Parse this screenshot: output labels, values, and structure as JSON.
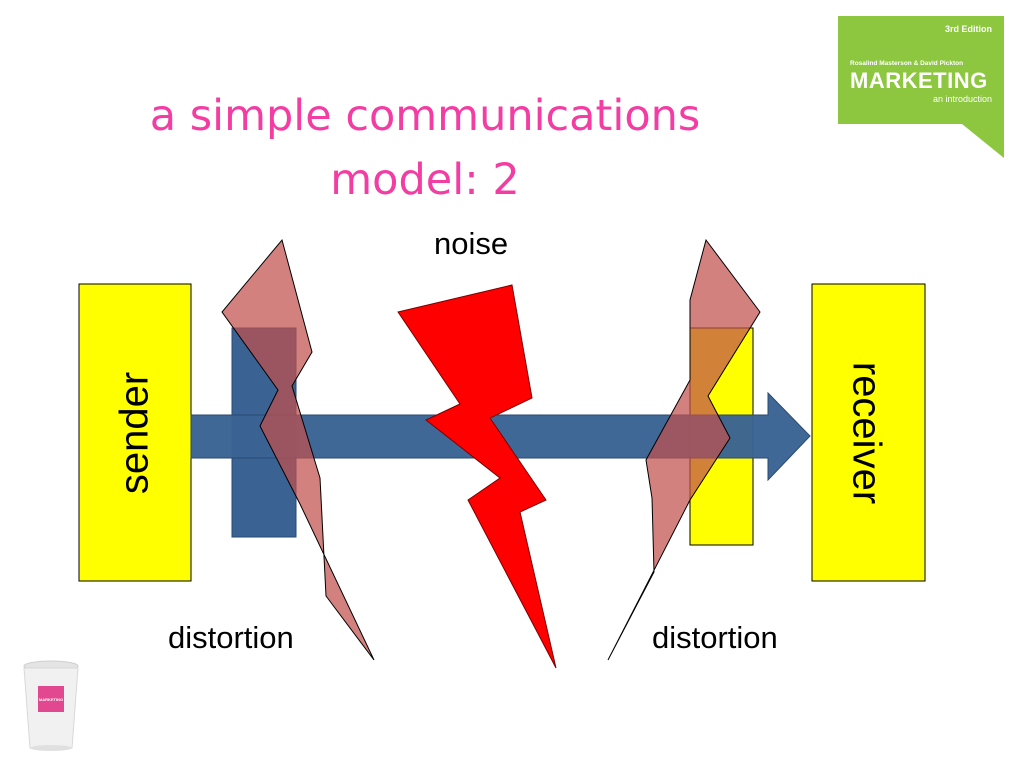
{
  "title": {
    "line1": "a simple communications",
    "line2": "model: 2",
    "color": "#f43da3"
  },
  "diagram": {
    "sender": "sender",
    "receiver": "receiver",
    "noise": "noise",
    "distortion_left": "distortion",
    "distortion_right": "distortion",
    "colors": {
      "box": "#ffff00",
      "arrow": "#3a6394",
      "noise_bolt": "#ff0000",
      "distortion_bolt": "#c0504d"
    }
  },
  "book_badge": {
    "edition": "3rd Edition",
    "authors": "Rosalind Masterson & David Pickton",
    "title": "MARKETING",
    "subtitle": "an introduction",
    "color": "#8dc63f"
  },
  "cup_logo": {
    "text": "MARKETING",
    "color": "#e2488f"
  }
}
